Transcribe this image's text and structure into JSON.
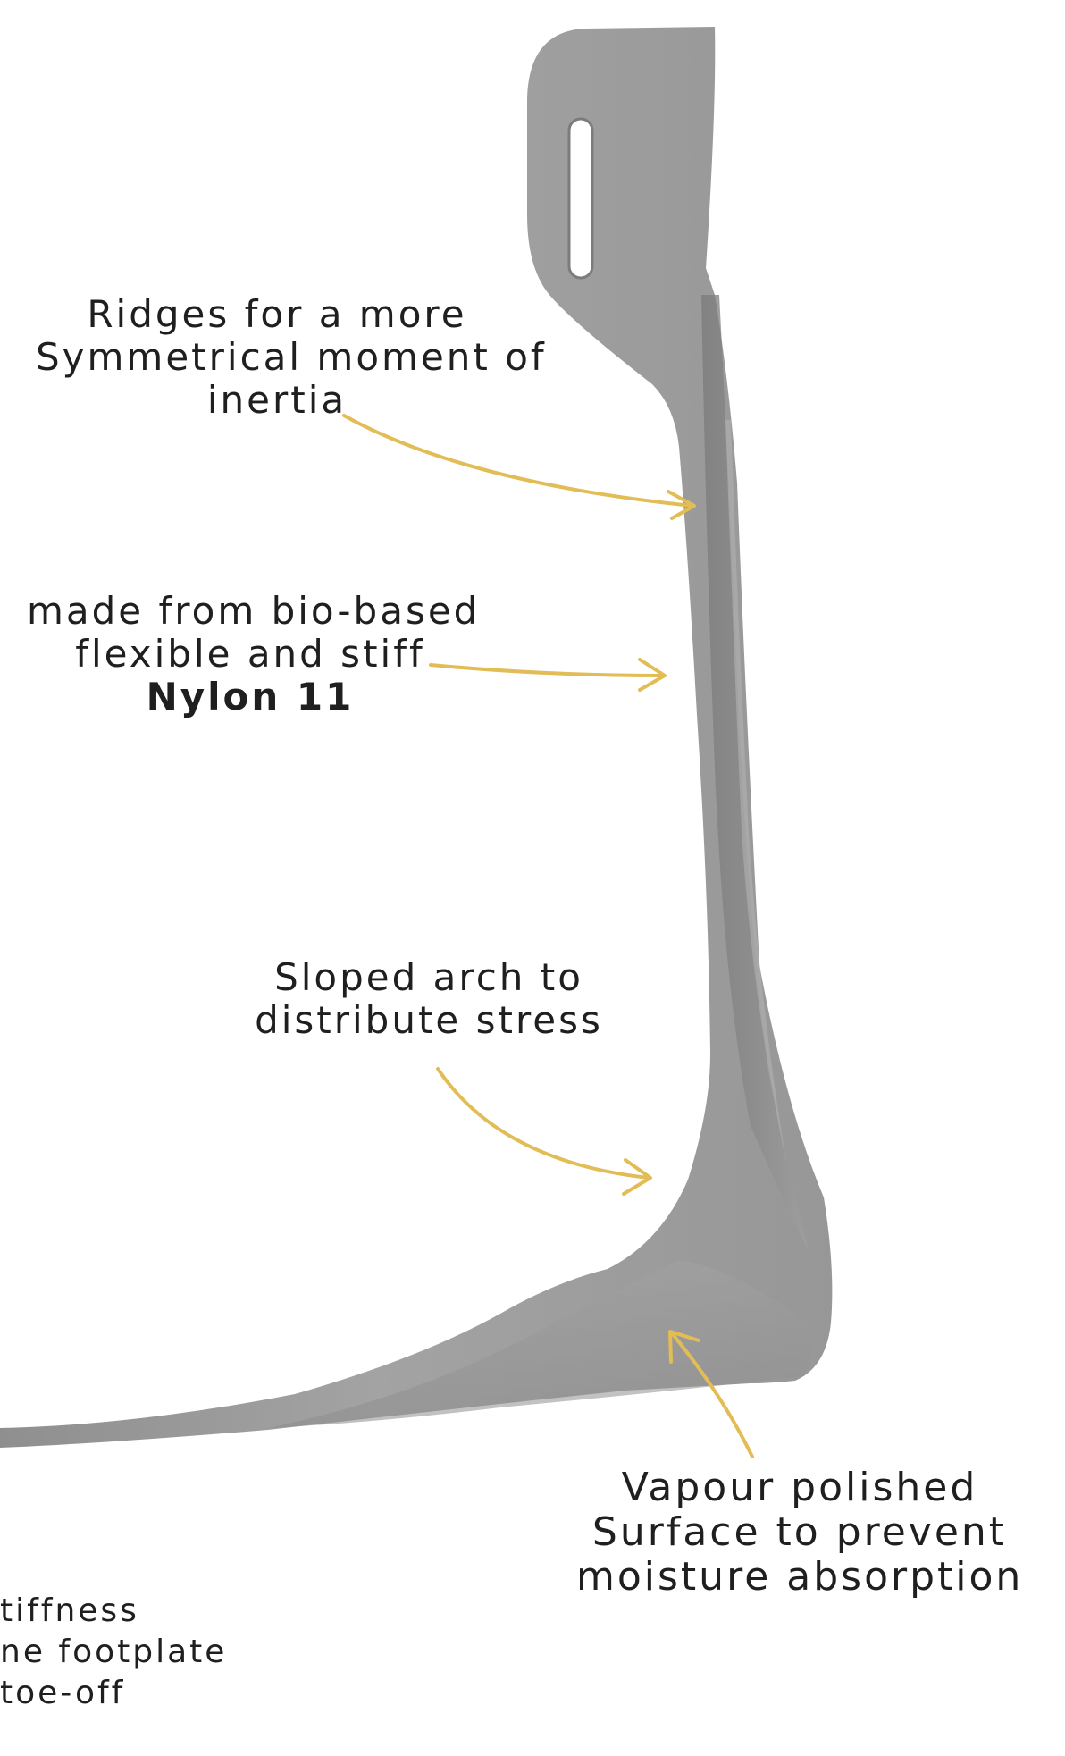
{
  "annotations": {
    "ridges": {
      "lines": [
        "Ridges for a more",
        "Symmetrical moment of",
        "inertia"
      ]
    },
    "material": {
      "lines": [
        "made from bio-based",
        "flexible and stiff",
        "Nylon 11"
      ]
    },
    "arch": {
      "lines": [
        "Sloped arch to",
        "distribute stress"
      ]
    },
    "surface": {
      "lines": [
        "Vapour polished",
        "Surface to prevent",
        "moisture absorption"
      ]
    },
    "footplate": {
      "lines": [
        "tiffness",
        "ne footplate",
        "toe-off"
      ]
    }
  },
  "colors": {
    "arrow": "#e2bd55",
    "orthosis": "#9c9c9c",
    "text": "#1f1f1f"
  }
}
